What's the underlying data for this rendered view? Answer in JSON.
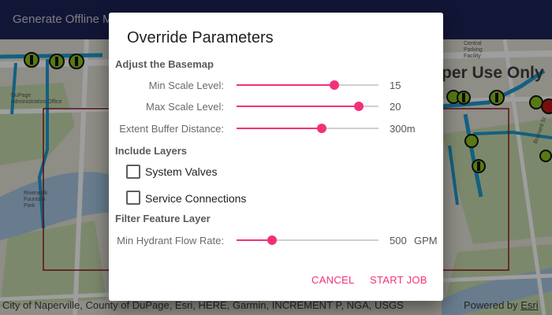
{
  "app": {
    "title": "Generate Offline Map (Overrides)",
    "title_visible": "Generate Offline Ma"
  },
  "map": {
    "overlay_label": "per Use Only",
    "small_labels": [
      "Central\nParking\nFacility",
      "DuPage\nAdministration Office",
      "Riverwalk\nFountain\nPark",
      "Brainard St"
    ],
    "attribution": "City of Naperville, County of DuPage, Esri, HERE, Garmin, INCREMENT P, NGA, USGS",
    "powered_by": "Powered by ",
    "powered_by_link": "Esri"
  },
  "dialog": {
    "title": "Override Parameters",
    "basemap_section": "Adjust the Basemap",
    "min_scale": {
      "label": "Min Scale Level:",
      "value": "15",
      "fraction": 0.69
    },
    "max_scale": {
      "label": "Max Scale Level:",
      "value": "20",
      "fraction": 0.86
    },
    "buffer": {
      "label": "Extent Buffer Distance:",
      "value": "300m",
      "fraction": 0.6
    },
    "layers_section": "Include Layers",
    "system_valves": {
      "label": "System Valves",
      "checked": false
    },
    "service_connections": {
      "label": "Service Connections",
      "checked": false
    },
    "filter_section": "Filter Feature Layer",
    "hydrant": {
      "label": "Min Hydrant Flow Rate:",
      "value": "500",
      "unit": "GPM",
      "fraction": 0.25
    },
    "cancel": "CANCEL",
    "start_job": "START JOB"
  },
  "colors": {
    "accent": "#f2317b",
    "appbar": "#1d2457",
    "pipe": "#1e9bd0",
    "extent_box": "#8b1a1a",
    "hydrant": "#8fc31f"
  }
}
